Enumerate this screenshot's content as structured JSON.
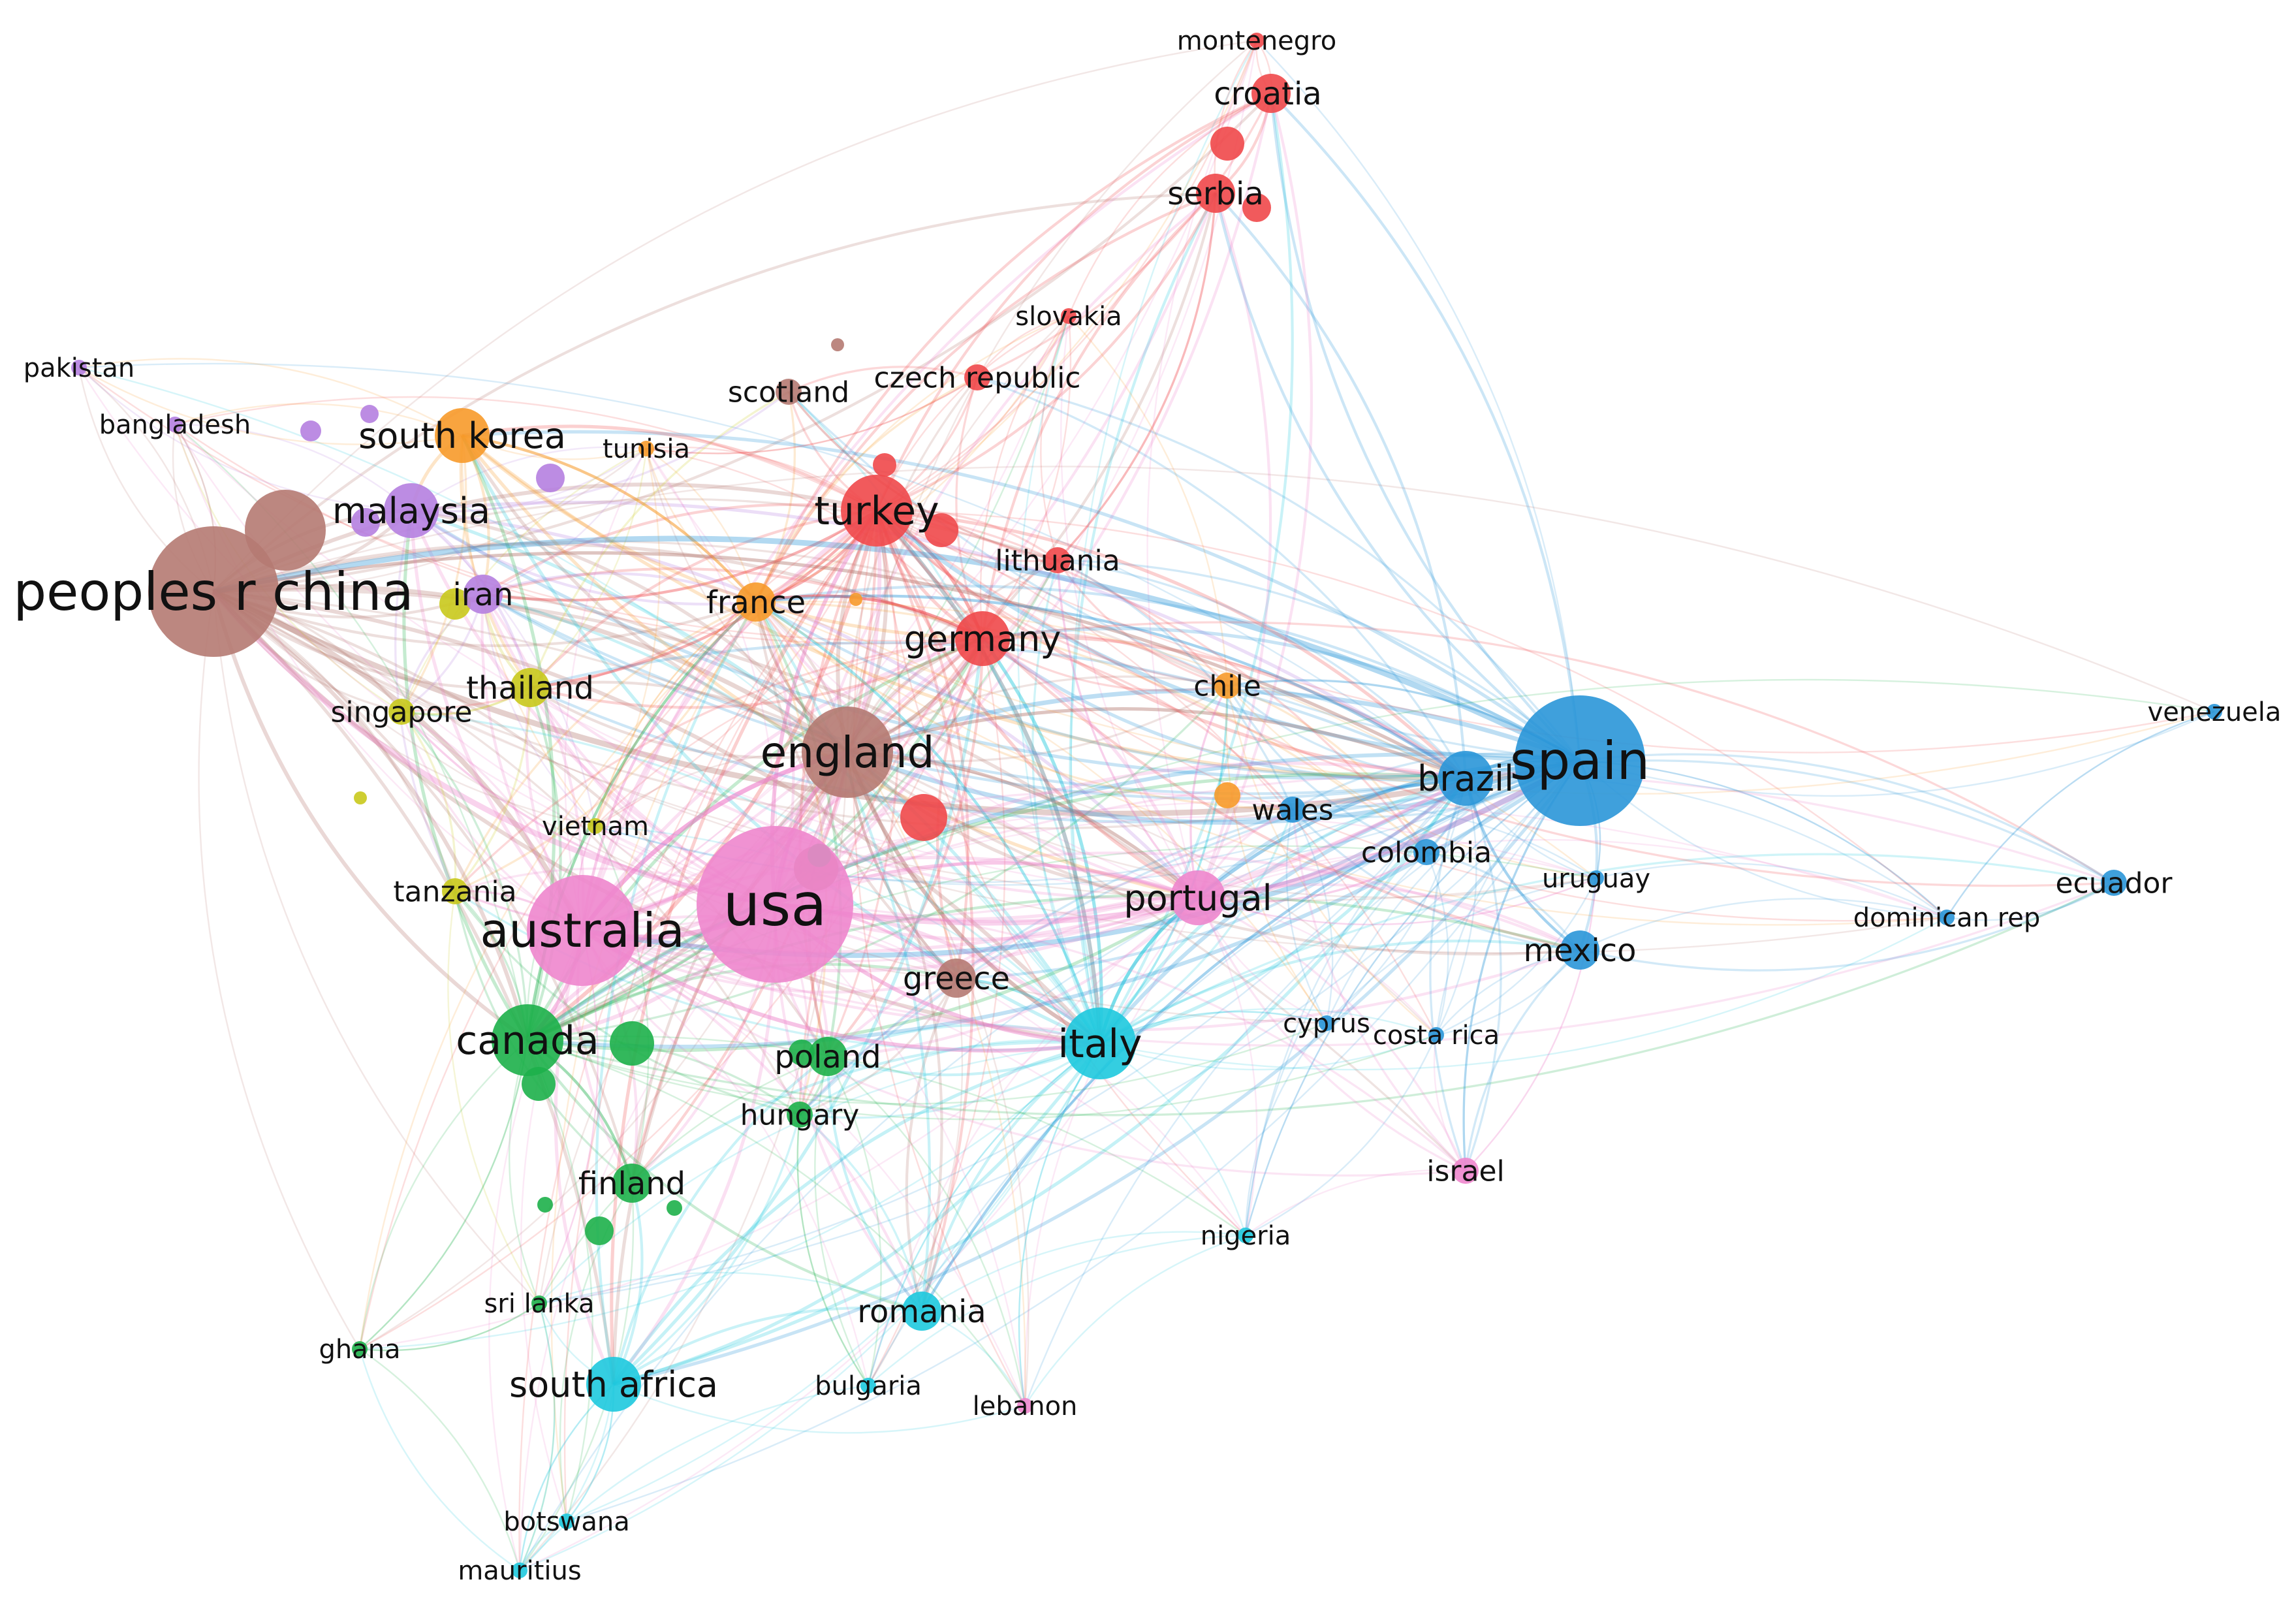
{
  "network": {
    "clusters": {
      "red": "#f0484a",
      "brown": "#b57a72",
      "purple": "#b57fe0",
      "orange": "#f79a2a",
      "yellow": "#c9c91c",
      "green": "#1db04a",
      "cyan": "#1ec9de",
      "blue": "#2a96d8",
      "pink": "#ee86cd"
    },
    "nodes": [
      {
        "id": "montenegro",
        "label": "montenegro",
        "cluster": "red",
        "weight": 1
      },
      {
        "id": "croatia",
        "label": "croatia",
        "cluster": "red",
        "weight": 3
      },
      {
        "id": "serbia",
        "label": "serbia",
        "cluster": "red",
        "weight": 3
      },
      {
        "id": "slovakia",
        "label": "slovakia",
        "cluster": "red",
        "weight": 1
      },
      {
        "id": "czech republic",
        "label": "czech republic",
        "cluster": "red",
        "weight": 2
      },
      {
        "id": "turkey",
        "label": "turkey",
        "cluster": "red",
        "weight": 5
      },
      {
        "id": "lithuania",
        "label": "lithuania",
        "cluster": "red",
        "weight": 2
      },
      {
        "id": "germany",
        "label": "germany",
        "cluster": "red",
        "weight": 4
      },
      {
        "id": "scotland",
        "label": "scotland",
        "cluster": "brown",
        "weight": 2
      },
      {
        "id": "peoples r china",
        "label": "peoples r china",
        "cluster": "brown",
        "weight": 8
      },
      {
        "id": "england",
        "label": "england",
        "cluster": "brown",
        "weight": 6
      },
      {
        "id": "greece",
        "label": "greece",
        "cluster": "brown",
        "weight": 3
      },
      {
        "id": "pakistan",
        "label": "pakistan",
        "cluster": "purple",
        "weight": 1
      },
      {
        "id": "bangladesh",
        "label": "bangladesh",
        "cluster": "purple",
        "weight": 1
      },
      {
        "id": "malaysia",
        "label": "malaysia",
        "cluster": "purple",
        "weight": 4
      },
      {
        "id": "iran",
        "label": "iran",
        "cluster": "purple",
        "weight": 3
      },
      {
        "id": "south korea",
        "label": "south korea",
        "cluster": "orange",
        "weight": 4
      },
      {
        "id": "tunisia",
        "label": "tunisia",
        "cluster": "orange",
        "weight": 1
      },
      {
        "id": "france",
        "label": "france",
        "cluster": "orange",
        "weight": 3
      },
      {
        "id": "chile",
        "label": "chile",
        "cluster": "orange",
        "weight": 2
      },
      {
        "id": "thailand",
        "label": "thailand",
        "cluster": "yellow",
        "weight": 3
      },
      {
        "id": "singapore",
        "label": "singapore",
        "cluster": "yellow",
        "weight": 2
      },
      {
        "id": "tanzania",
        "label": "tanzania",
        "cluster": "yellow",
        "weight": 2
      },
      {
        "id": "vietnam",
        "label": "vietnam",
        "cluster": "yellow",
        "weight": 1
      },
      {
        "id": "canada",
        "label": "canada",
        "cluster": "green",
        "weight": 5
      },
      {
        "id": "poland",
        "label": "poland",
        "cluster": "green",
        "weight": 3
      },
      {
        "id": "hungary",
        "label": "hungary",
        "cluster": "green",
        "weight": 2
      },
      {
        "id": "finland",
        "label": "finland",
        "cluster": "green",
        "weight": 3
      },
      {
        "id": "sri lanka",
        "label": "sri lanka",
        "cluster": "green",
        "weight": 1
      },
      {
        "id": "ghana",
        "label": "ghana",
        "cluster": "green",
        "weight": 1
      },
      {
        "id": "italy",
        "label": "italy",
        "cluster": "cyan",
        "weight": 5
      },
      {
        "id": "romania",
        "label": "romania",
        "cluster": "cyan",
        "weight": 3
      },
      {
        "id": "south africa",
        "label": "south africa",
        "cluster": "cyan",
        "weight": 4
      },
      {
        "id": "bulgaria",
        "label": "bulgaria",
        "cluster": "cyan",
        "weight": 1
      },
      {
        "id": "botswana",
        "label": "botswana",
        "cluster": "cyan",
        "weight": 1
      },
      {
        "id": "mauritius",
        "label": "mauritius",
        "cluster": "cyan",
        "weight": 1
      },
      {
        "id": "nigeria",
        "label": "nigeria",
        "cluster": "cyan",
        "weight": 1
      },
      {
        "id": "spain",
        "label": "spain",
        "cluster": "blue",
        "weight": 8
      },
      {
        "id": "brazil",
        "label": "brazil",
        "cluster": "blue",
        "weight": 4
      },
      {
        "id": "wales",
        "label": "wales",
        "cluster": "blue",
        "weight": 2
      },
      {
        "id": "colombia",
        "label": "colombia",
        "cluster": "blue",
        "weight": 2
      },
      {
        "id": "uruguay",
        "label": "uruguay",
        "cluster": "blue",
        "weight": 1
      },
      {
        "id": "mexico",
        "label": "mexico",
        "cluster": "blue",
        "weight": 3
      },
      {
        "id": "dominican rep",
        "label": "dominican rep",
        "cluster": "blue",
        "weight": 1
      },
      {
        "id": "ecuador",
        "label": "ecuador",
        "cluster": "blue",
        "weight": 2
      },
      {
        "id": "venezuela",
        "label": "venezuela",
        "cluster": "blue",
        "weight": 1
      },
      {
        "id": "cyprus",
        "label": "cyprus",
        "cluster": "blue",
        "weight": 1
      },
      {
        "id": "costa rica",
        "label": "costa rica",
        "cluster": "blue",
        "weight": 1
      },
      {
        "id": "usa",
        "label": "usa",
        "cluster": "pink",
        "weight": 9
      },
      {
        "id": "australia",
        "label": "australia",
        "cluster": "pink",
        "weight": 7
      },
      {
        "id": "portugal",
        "label": "portugal",
        "cluster": "pink",
        "weight": 4
      },
      {
        "id": "israel",
        "label": "israel",
        "cluster": "pink",
        "weight": 2
      },
      {
        "id": "lebanon",
        "label": "lebanon",
        "cluster": "pink",
        "weight": 1
      }
    ]
  }
}
